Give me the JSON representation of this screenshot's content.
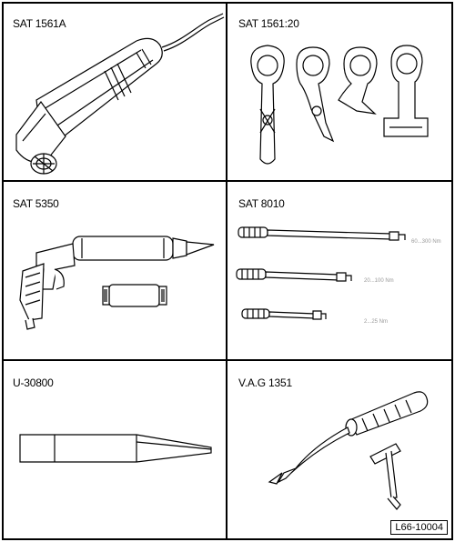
{
  "tools": [
    {
      "id": "SAT 1561A"
    },
    {
      "id": "SAT 1561:20"
    },
    {
      "id": "SAT 5350"
    },
    {
      "id": "SAT 8010",
      "ranges": [
        "60...300 Nm",
        "20...100 Nm",
        "2...25 Nm"
      ]
    },
    {
      "id": "U-30800"
    },
    {
      "id": "V.A.G 1351"
    }
  ],
  "figure_ref": "L66-10004"
}
